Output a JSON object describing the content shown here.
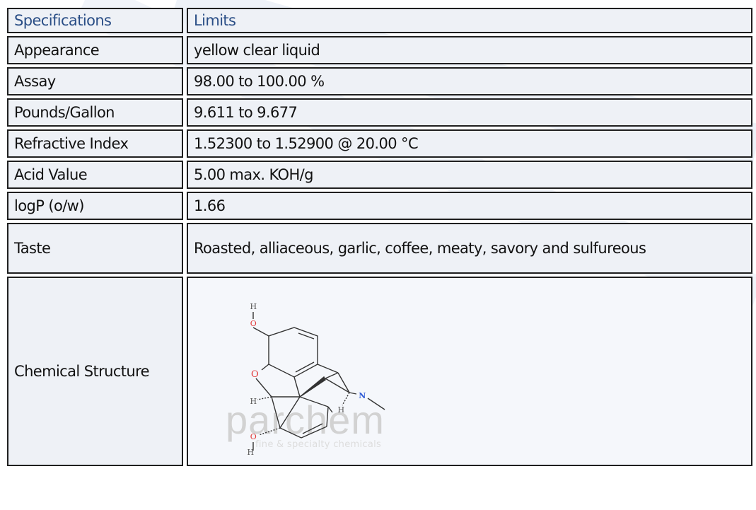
{
  "header": {
    "label": "Specifications",
    "value": "Limits"
  },
  "rows": [
    {
      "label": "Appearance",
      "value": "yellow clear liquid"
    },
    {
      "label": "Assay",
      "value": "98.00 to 100.00 %"
    },
    {
      "label": "Pounds/Gallon",
      "value": "9.611 to 9.677"
    },
    {
      "label": "Refractive Index",
      "value": "1.52300 to 1.52900 @ 20.00 °C"
    },
    {
      "label": "Acid Value",
      "value": "5.00 max. KOH/g"
    },
    {
      "label": "logP (o/w)",
      "value": "1.66"
    },
    {
      "label": "Taste",
      "value": "Roasted, alliaceous, garlic, coffee, meaty, savory and sulfureous"
    }
  ],
  "structure": {
    "label": "Chemical Structure",
    "watermark_brand": "parchem",
    "watermark_tagline": "fine & specialty chemicals",
    "atoms": {
      "h_top": "H",
      "o_top": "O",
      "o_ring": "O",
      "h_left": "H",
      "n": "N",
      "h_right": "H",
      "o_bottom": "O",
      "h_bottom": "H"
    }
  },
  "colors": {
    "header_text": "#2a4e86",
    "cell_bg": "#eef1f6",
    "oxygen": "#e23b3b",
    "nitrogen": "#2f5bd6"
  }
}
